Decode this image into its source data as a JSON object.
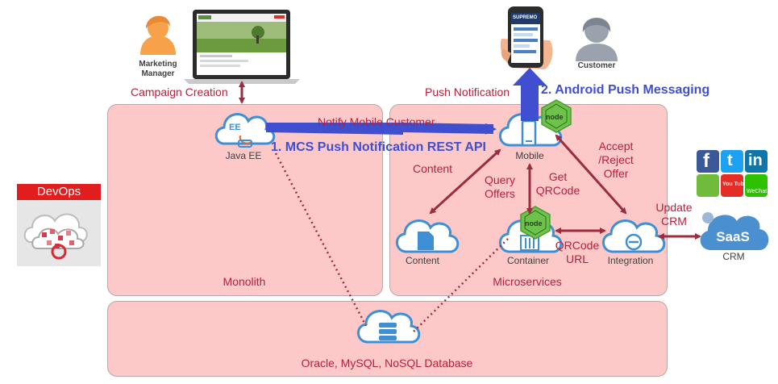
{
  "top": {
    "marketing_manager": "Marketing\nManager",
    "customer": "Customer",
    "campaign_creation": "Campaign Creation",
    "push_notification": "Push Notification",
    "android_push": "2. Android Push Messaging",
    "phone_brand": "SUPREMO"
  },
  "devops": {
    "title": "DevOps"
  },
  "monolith": {
    "title": "Monolith",
    "java_ee": "Java EE",
    "ee_badge": "EE",
    "notify": "Notify Mobile Customer",
    "mcs": "1. MCS Push Notification REST API"
  },
  "microservices": {
    "title": "Microservices",
    "mobile": "Mobile",
    "content_edge": "Content",
    "content_node": "Content",
    "query_offers": "Query\nOffers",
    "get_qrcode": "Get\nQRCode",
    "container": "Container",
    "qrcode_url": "QRCode\nURL",
    "integration": "Integration",
    "accept_reject": "Accept\n/Reject\nOffer",
    "node_badge": "node"
  },
  "crm": {
    "update": "Update\nCRM",
    "saas": "SaaS",
    "label": "CRM",
    "social": {
      "facebook": "f",
      "twitter": "t",
      "linkedin": "in",
      "youtube": "You Tube",
      "wechat": "WeChat"
    }
  },
  "database": {
    "label": "Oracle, MySQL, NoSQL Database"
  },
  "colors": {
    "panel": "#fcc8c8",
    "label_red": "#b5213a",
    "accent_blue": "#3f4fd0",
    "node_green": "#6cc24a",
    "cloud_blue": "#3f8fd4",
    "arrow": "#9b2d3e"
  }
}
